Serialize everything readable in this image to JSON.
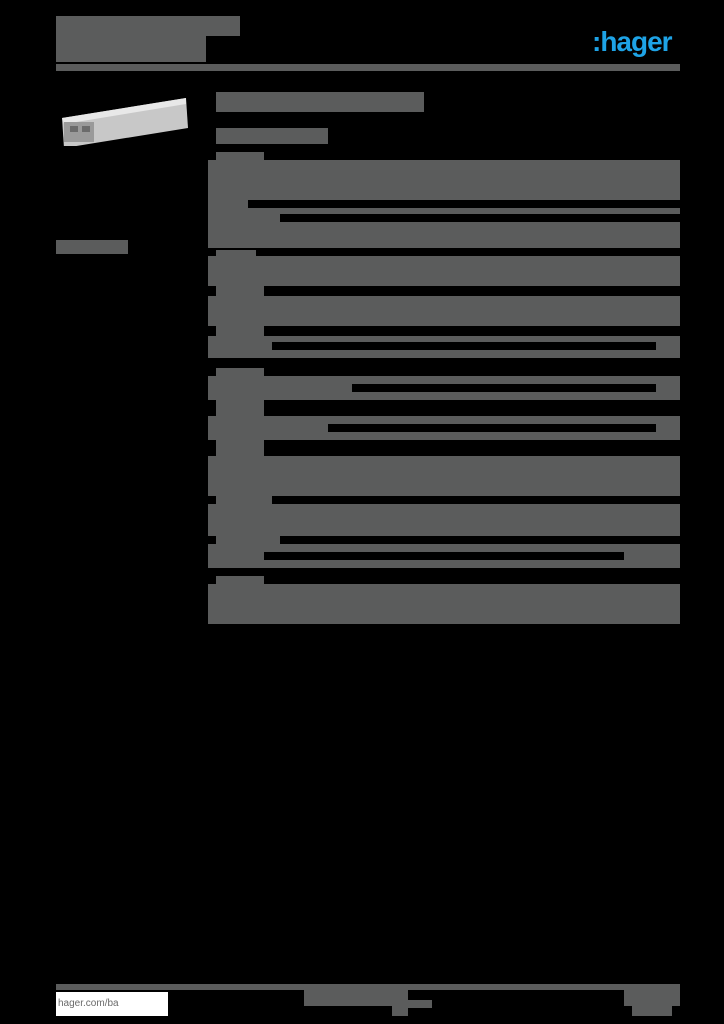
{
  "header": {
    "title_redacted": true,
    "subtitle_redacted": true,
    "logo_text": ":hager",
    "brand_color": "#1ea3e6"
  },
  "product": {
    "image": "cable-trunking-product-image",
    "title_redacted": true,
    "subtitle_redacted": true
  },
  "sidebar": {
    "label_redacted": true
  },
  "spec_sections": [
    {
      "heading_redacted": true,
      "rows": 3
    },
    {
      "heading_redacted": true,
      "rows": 4
    },
    {
      "heading_redacted": true,
      "rows": 2
    },
    {
      "heading_redacted": true,
      "rows": 4
    },
    {
      "heading_redacted": true,
      "rows": 1
    }
  ],
  "footer": {
    "url": "hager.com/ba",
    "center_text_redacted": true,
    "page_redacted": true
  },
  "colors": {
    "redaction_gray": "#5b5c5c",
    "background": "#000000"
  }
}
